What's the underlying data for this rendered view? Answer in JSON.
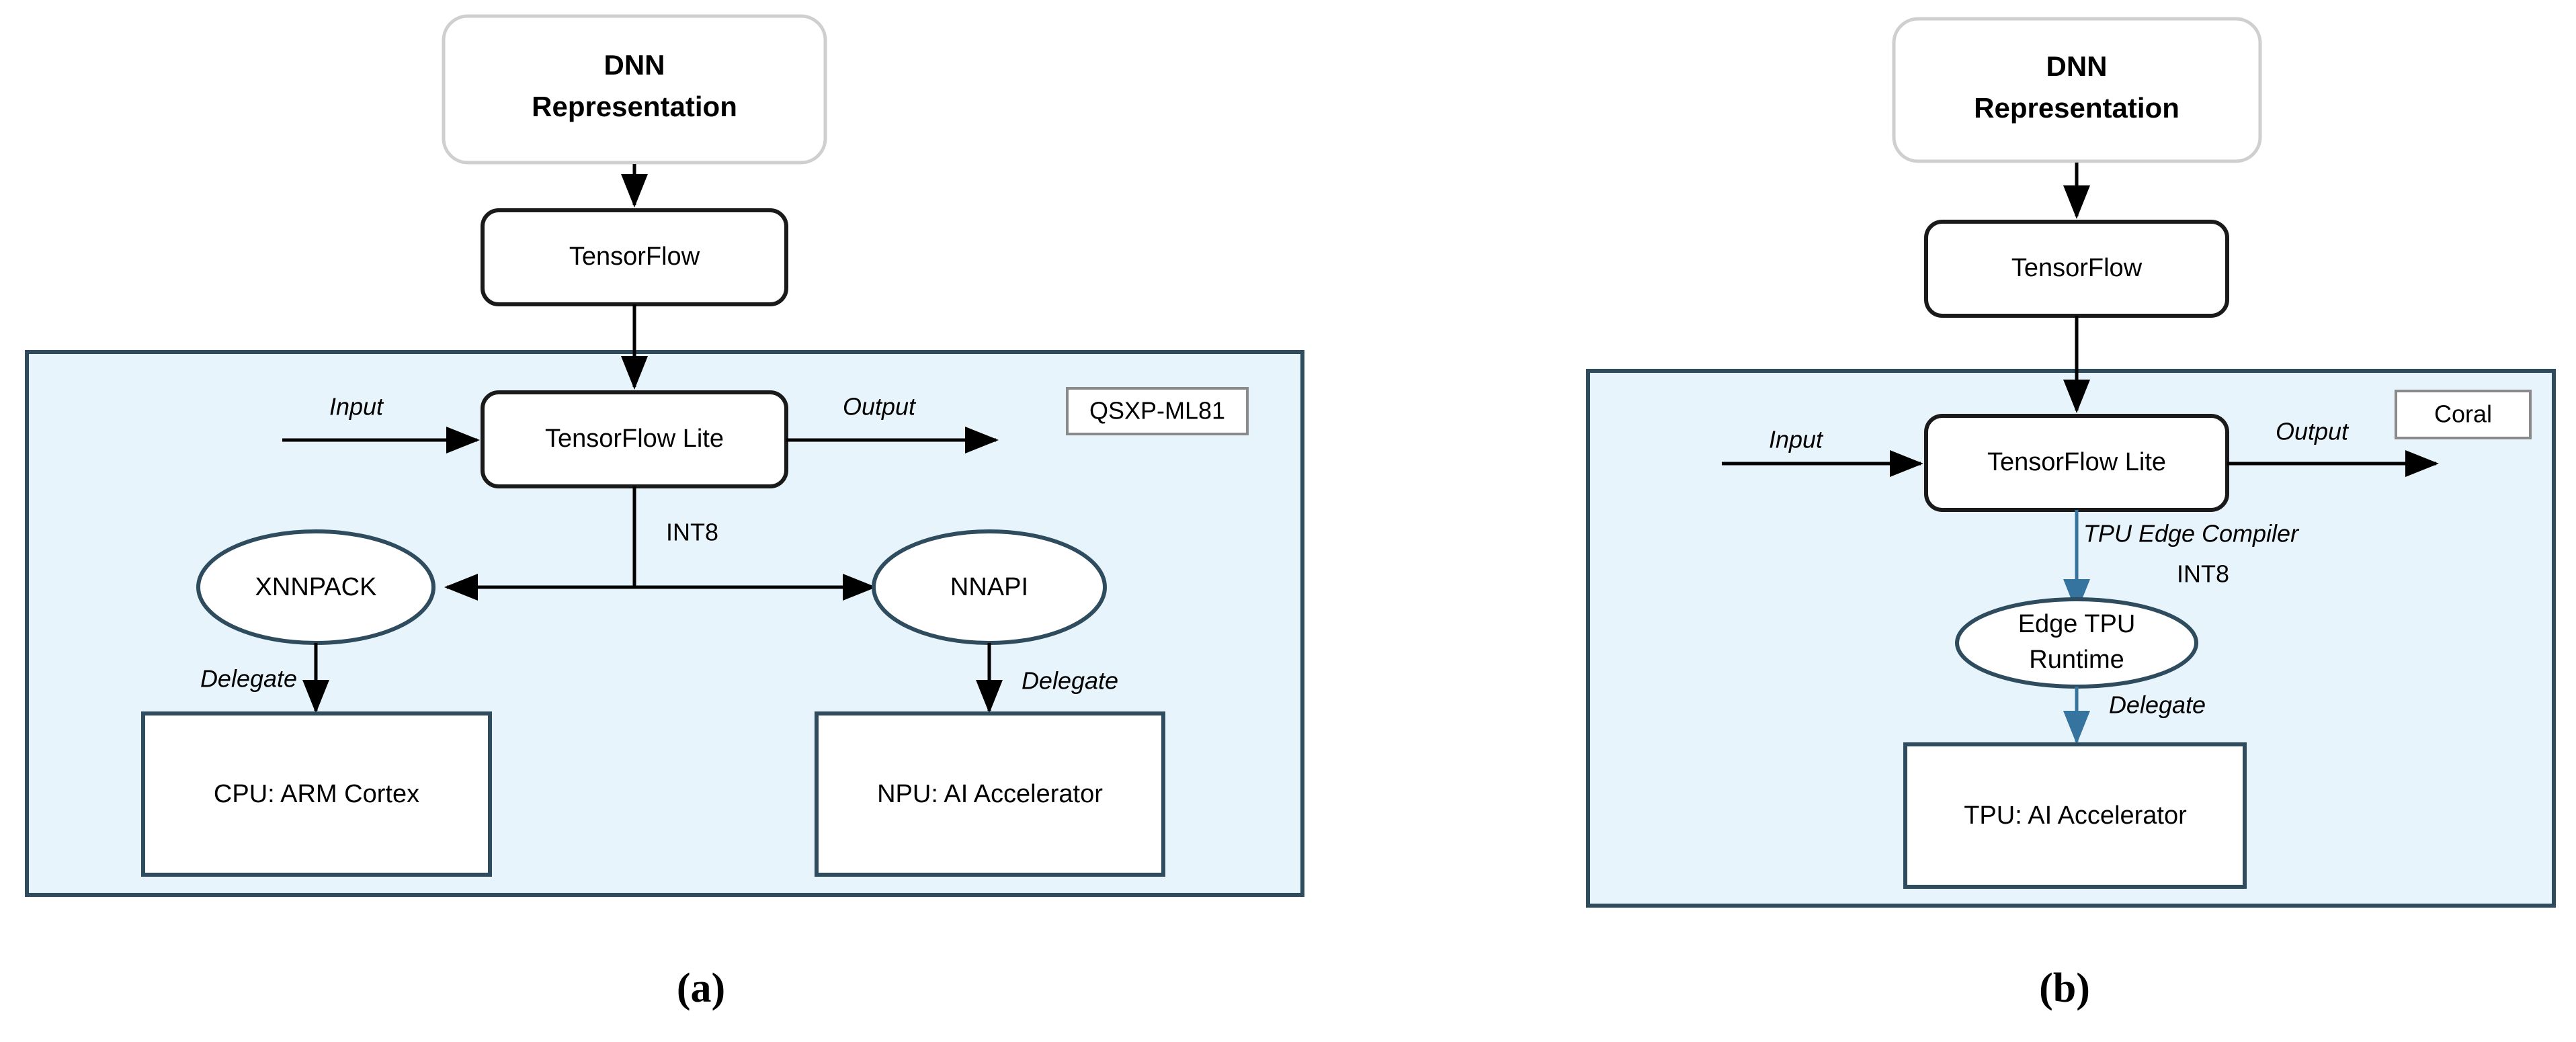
{
  "figure": {
    "background_color": "#ffffff",
    "panel_fill": "#e8f4fb",
    "panel_stroke": "#2e4c5e",
    "node_stroke": "#1a1a1a",
    "ellipse_stroke": "#2e4c5e",
    "arrow_black": "#000000",
    "arrow_blue": "#35749f",
    "dnn_box_stroke": "#cfcfcf"
  },
  "panels": [
    {
      "id": "panel-a",
      "caption": "(a)",
      "platform_tag": "QSXP-ML81",
      "top_nodes": [
        {
          "id": "dnn",
          "label_line1": "DNN",
          "label_line2": "Representation"
        },
        {
          "id": "tensorflow",
          "label": "TensorFlow"
        }
      ],
      "runtime_node": {
        "id": "tflite",
        "label": "TensorFlow Lite"
      },
      "io_labels": {
        "input": "Input",
        "output": "Output"
      },
      "quantization_label": "INT8",
      "delegates": [
        {
          "id": "xnnpack",
          "label": "XNNPACK",
          "edge_label": "Delegate",
          "target": "CPU: ARM Cortex"
        },
        {
          "id": "nnapi",
          "label": "NNAPI",
          "edge_label": "Delegate",
          "target": "NPU: AI Accelerator"
        }
      ]
    },
    {
      "id": "panel-b",
      "caption": "(b)",
      "platform_tag": "Coral",
      "top_nodes": [
        {
          "id": "dnn",
          "label_line1": "DNN",
          "label_line2": "Representation"
        },
        {
          "id": "tensorflow",
          "label": "TensorFlow"
        }
      ],
      "runtime_node": {
        "id": "tflite",
        "label": "TensorFlow Lite"
      },
      "io_labels": {
        "input": "Input",
        "output": "Output"
      },
      "compiler_label": "TPU Edge Compiler",
      "quantization_label": "INT8",
      "delegates": [
        {
          "id": "edge-tpu-runtime",
          "label_line1": "Edge TPU",
          "label_line2": "Runtime",
          "edge_label": "Delegate",
          "target": "TPU: AI Accelerator"
        }
      ]
    }
  ]
}
